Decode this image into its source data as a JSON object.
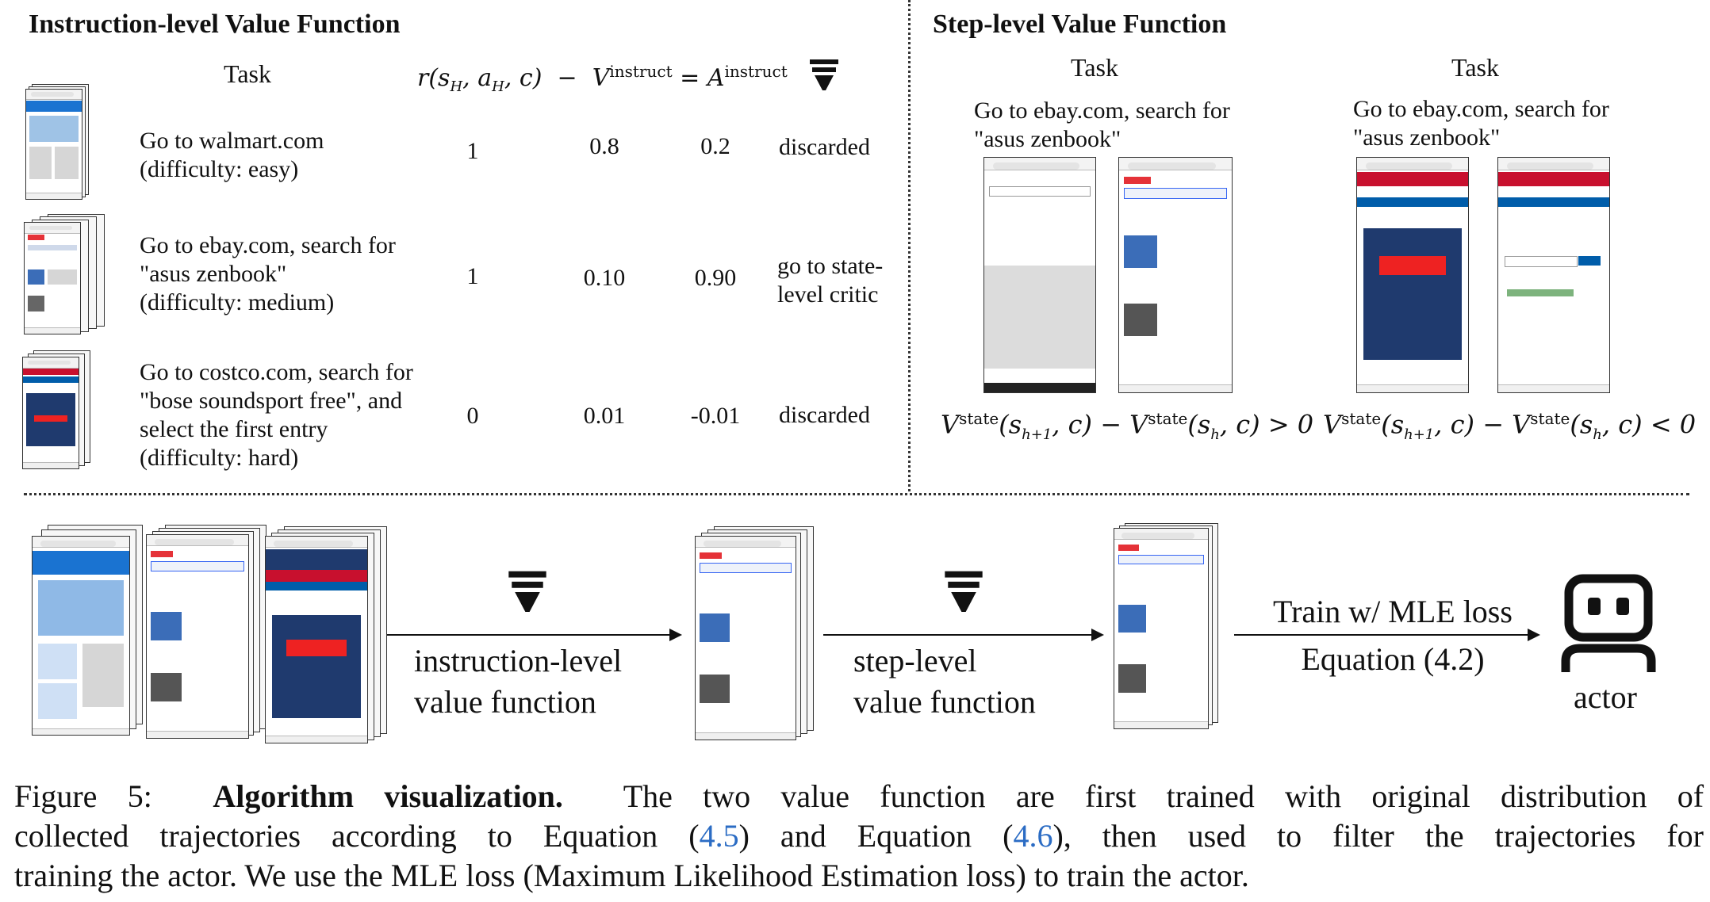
{
  "instruction_panel": {
    "heading": "Instruction-level Value Function",
    "task_header": "Task",
    "rows": [
      {
        "task_line1": "Go to walmart.com",
        "task_line2": "(difficulty: easy)",
        "task_line3": "",
        "task_line4": "",
        "reward": "1",
        "value": "0.8",
        "advantage": "0.2",
        "outcome_line1": "discarded",
        "outcome_line2": ""
      },
      {
        "task_line1": "Go to ebay.com, search  for",
        "task_line2": "\"asus zenbook\"",
        "task_line3": "(difficulty: medium)",
        "task_line4": "",
        "reward": "1",
        "value": "0.10",
        "advantage": "0.90",
        "outcome_line1": "go to state-",
        "outcome_line2": "level critic"
      },
      {
        "task_line1": "Go to costco.com, search for",
        "task_line2": "\"bose soundsport free\", and",
        "task_line3": "select the first entry",
        "task_line4": "(difficulty: hard)",
        "reward": "0",
        "value": "0.01",
        "advantage": "-0.01",
        "outcome_line1": "discarded",
        "outcome_line2": ""
      }
    ]
  },
  "step_panel": {
    "heading": "Step-level Value Function",
    "left": {
      "task_header": "Task",
      "task_line1": "Go to ebay.com, search  for",
      "task_line2": "\"asus zenbook\""
    },
    "right": {
      "task_header": "Task",
      "task_line1": "Go to ebay.com, search  for",
      "task_line2": "\"asus zenbook\""
    }
  },
  "pipeline": {
    "arrow1_line1": "instruction-level",
    "arrow1_line2": "value function",
    "arrow2_line1": "step-level",
    "arrow2_line2": "value function",
    "arrow3_line1": "Train w/ MLE loss",
    "arrow3_line2": "Equation (4.2)",
    "actor_label": "actor"
  },
  "caption": {
    "label": "Figure 5:",
    "bold": "Algorithm visualization.",
    "part1": "The two value function are first trained with original distribution of",
    "part2a": "collected trajectories according to Equation (",
    "ref1": "4.5",
    "part2b": ") and Equation (",
    "ref2": "4.6",
    "part2c": "), then used to filter the trajectories for",
    "part3": "training the actor. We use the MLE loss (Maximum Likelihood Estimation loss) to train the actor."
  },
  "colors": {
    "walmart": "#1a73d1",
    "ebay_red": "#e53238",
    "costco_red": "#c8102e",
    "costco_blue": "#005daa",
    "link": "#2b6cc4"
  },
  "icons": [
    "funnel-icon",
    "robot-actor-icon"
  ]
}
